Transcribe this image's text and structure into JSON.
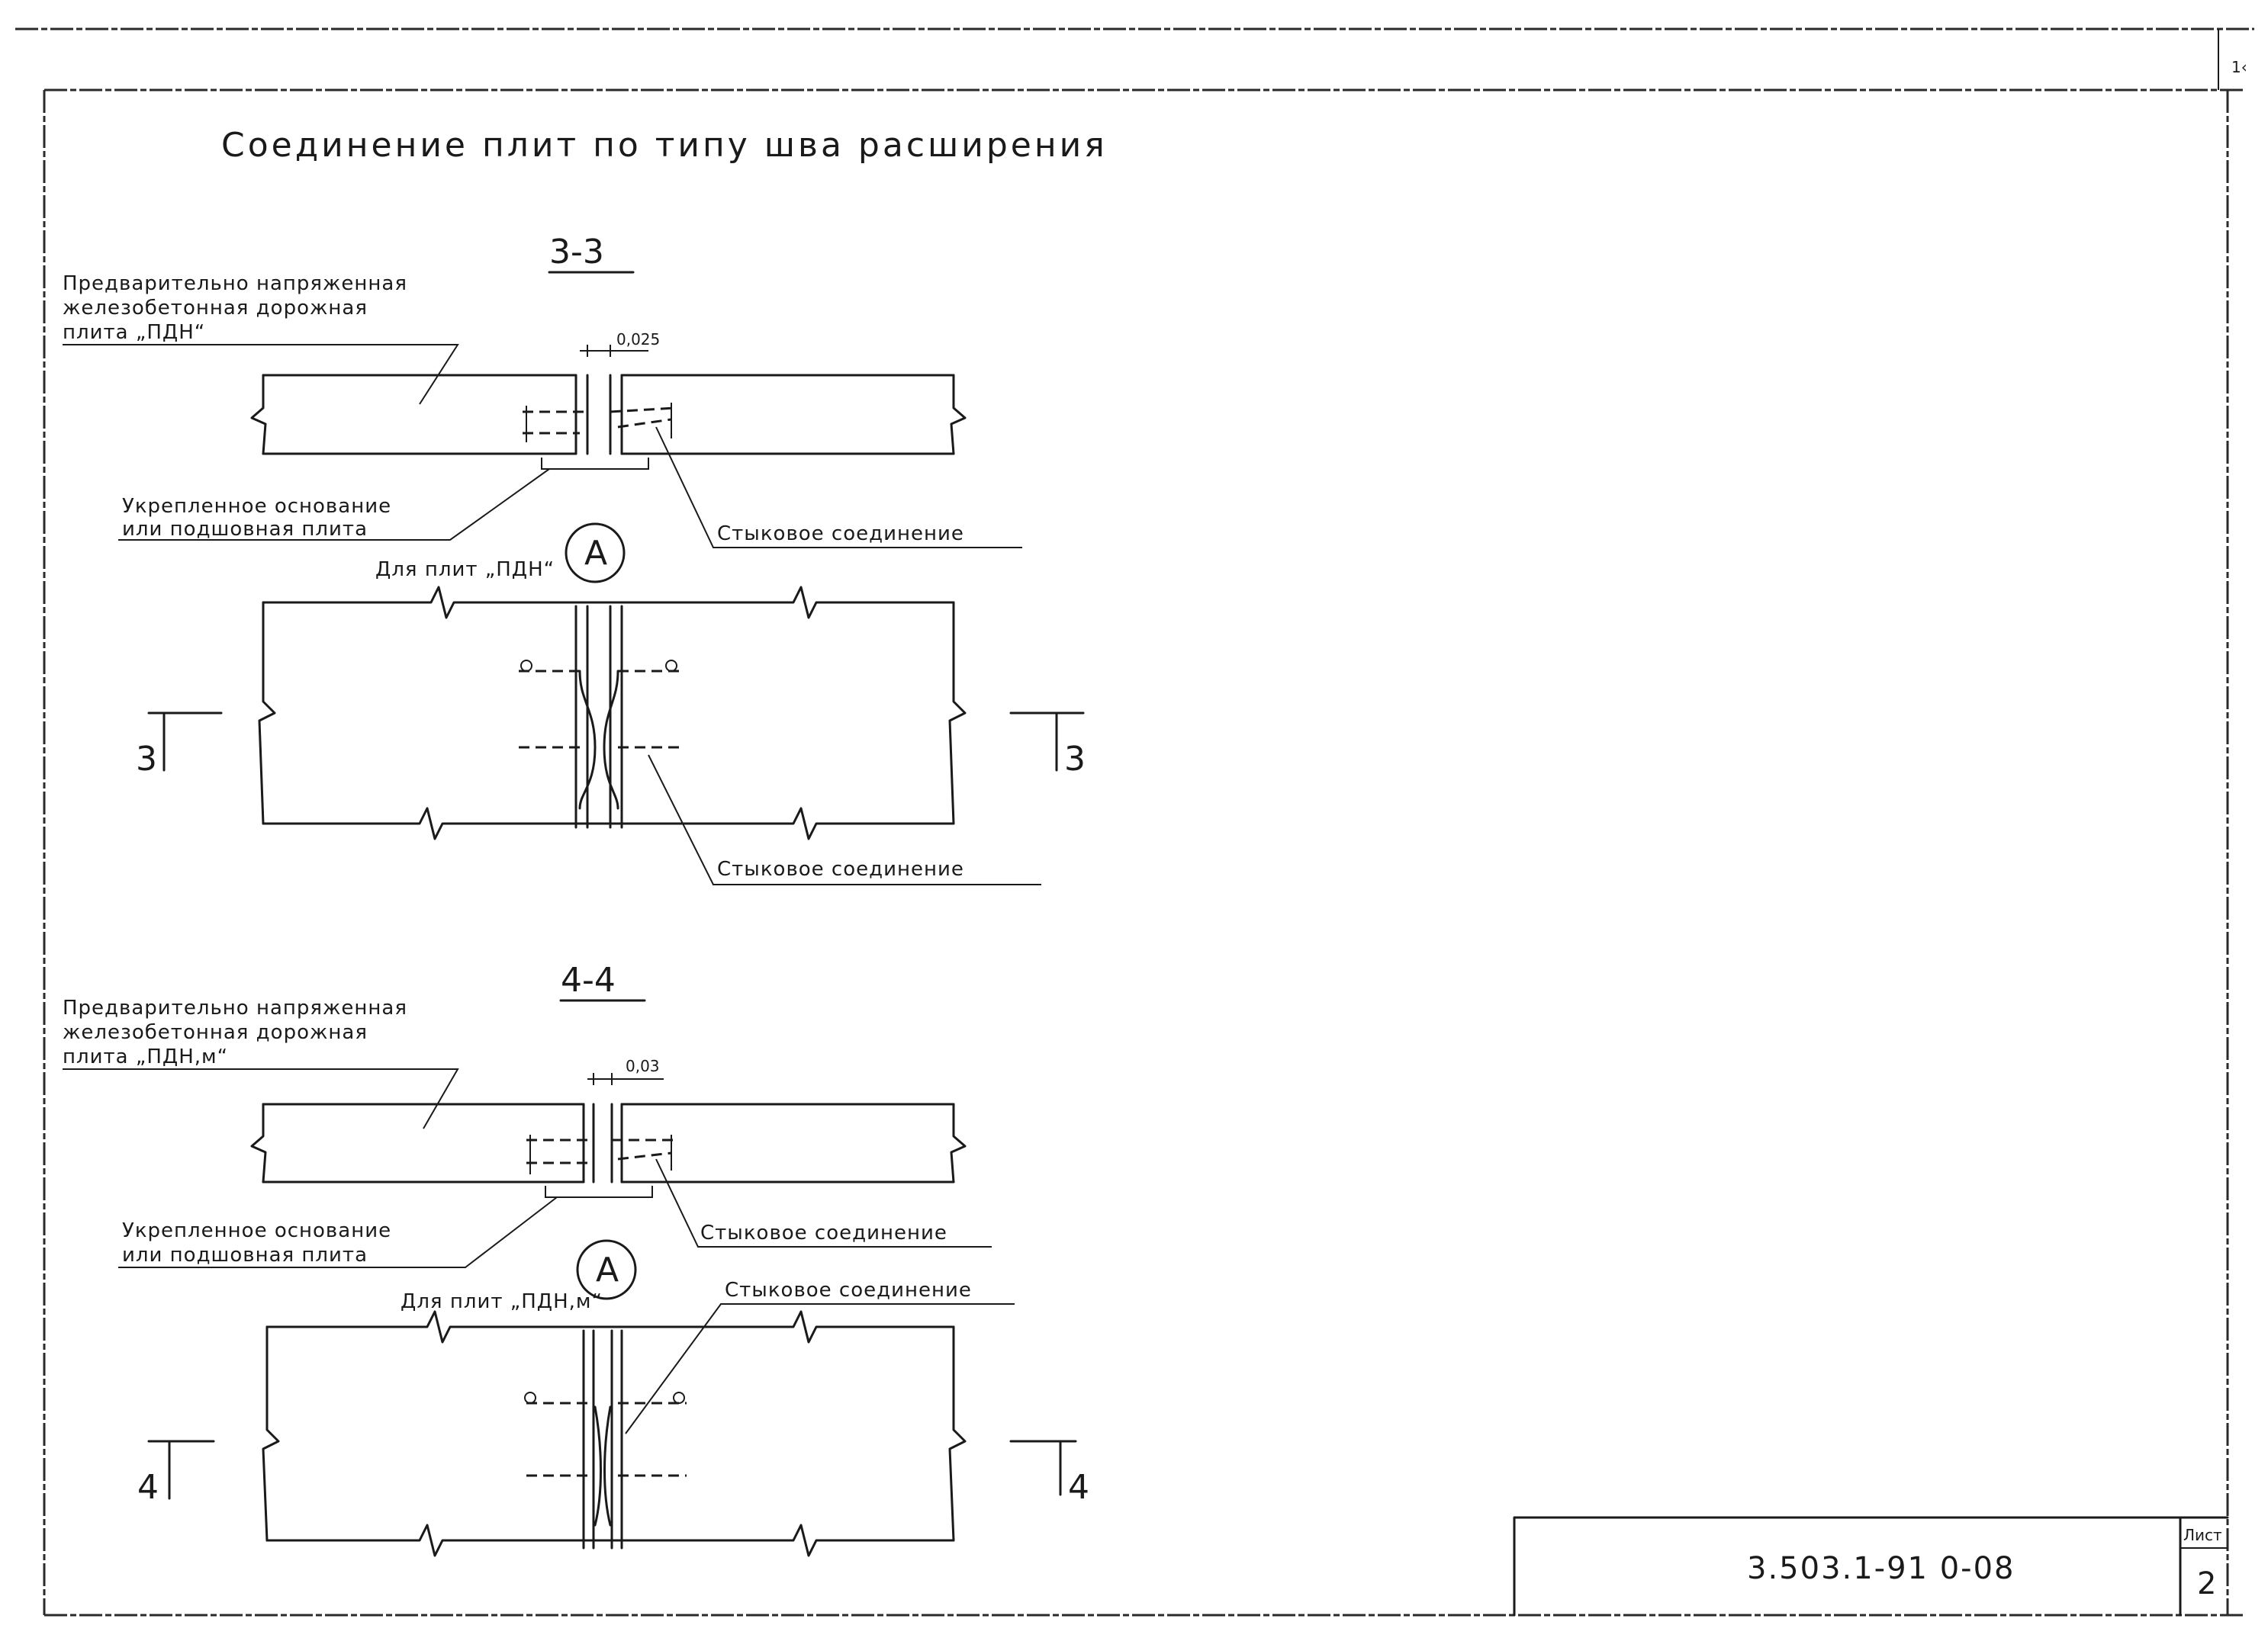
{
  "sheet_number": "1‹",
  "title": "Соединение плит по типу шва расширения",
  "sections": [
    {
      "id": "3-3",
      "section_label": "3-3",
      "plate_label": [
        "Предварительно напряженная",
        "железобетонная дорожная",
        "плита „ПДН“"
      ],
      "dimension": "0,025",
      "base_label": [
        "Укрепленное основание",
        "или подшовная плита"
      ],
      "joint_label_section": "Стыковое соединение",
      "note": "Для плит „ПДН“",
      "node_marker": "А",
      "joint_label_plan": "Стыковое соединение",
      "cut_left": "3",
      "cut_right": "3"
    },
    {
      "id": "4-4",
      "section_label": "4-4",
      "plate_label": [
        "Предварительно напряженная",
        "железобетонная дорожная",
        "плита „ПДН,м“"
      ],
      "dimension": "0,03",
      "base_label": [
        "Укрепленное основание",
        "или подшовная плита"
      ],
      "joint_label_section": "Стыковое соединение",
      "note": "Для плит „ПДН,м“",
      "node_marker": "А",
      "joint_label_plan": "Стыковое соединение",
      "cut_left": "4",
      "cut_right": "4"
    }
  ],
  "title_block": {
    "code": "3.503.1-91 0-08",
    "sheet_label": "Лист",
    "sheet": "2"
  }
}
